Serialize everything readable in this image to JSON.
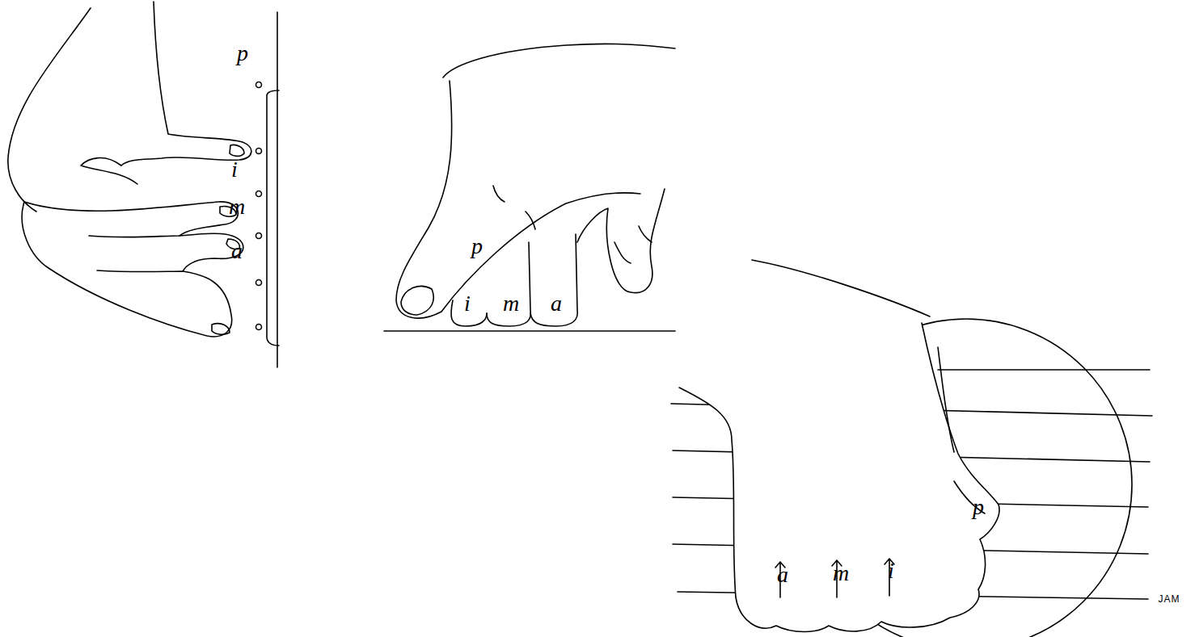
{
  "diagram": {
    "labels": [
      "p",
      "i",
      "m",
      "a",
      "p",
      "i",
      "m",
      "a",
      "a",
      "m",
      "i",
      "p",
      "JAM"
    ]
  }
}
